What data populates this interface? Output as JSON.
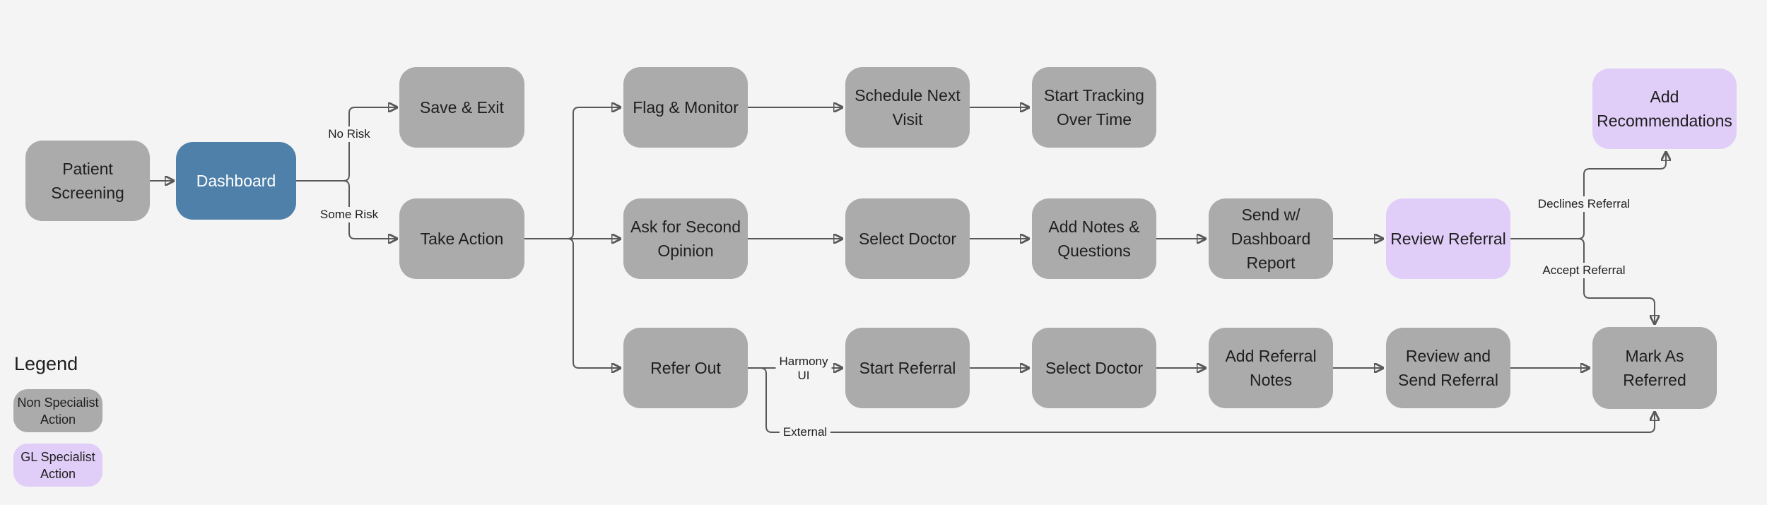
{
  "colors": {
    "background": "#F4F4F4",
    "node_gray": "#ABABAB",
    "node_blue": "#4E80A9",
    "node_purple": "#E0CDF8",
    "connector": "#595959",
    "text": "#1E1E1E"
  },
  "nodes": {
    "patient_screening": {
      "label": "Patient\nScreening",
      "type": "non-specialist"
    },
    "dashboard": {
      "label": "Dashboard",
      "type": "highlight"
    },
    "save_exit": {
      "label": "Save & Exit",
      "type": "non-specialist"
    },
    "take_action": {
      "label": "Take Action",
      "type": "non-specialist"
    },
    "flag_monitor": {
      "label": "Flag & Monitor",
      "type": "non-specialist"
    },
    "schedule_next_visit": {
      "label": "Schedule Next\nVisit",
      "type": "non-specialist"
    },
    "start_tracking": {
      "label": "Start Tracking\nOver Time",
      "type": "non-specialist"
    },
    "add_recommendations": {
      "label": "Add\nRecommendations",
      "type": "gl-specialist"
    },
    "ask_second_opinion": {
      "label": "Ask for Second\nOpinion",
      "type": "non-specialist"
    },
    "select_doctor_opinion": {
      "label": "Select Doctor",
      "type": "non-specialist"
    },
    "add_notes_questions": {
      "label": "Add Notes &\nQuestions",
      "type": "non-specialist"
    },
    "send_dashboard_report": {
      "label": "Send w/\nDashboard\nReport",
      "type": "non-specialist"
    },
    "review_referral": {
      "label": "Review Referral",
      "type": "gl-specialist"
    },
    "refer_out": {
      "label": "Refer Out",
      "type": "non-specialist"
    },
    "start_referral": {
      "label": "Start Referral",
      "type": "non-specialist"
    },
    "select_doctor_referral": {
      "label": "Select Doctor",
      "type": "non-specialist"
    },
    "add_referral_notes": {
      "label": "Add Referral\nNotes",
      "type": "non-specialist"
    },
    "review_send_referral": {
      "label": "Review and\nSend Referral",
      "type": "non-specialist"
    },
    "mark_as_referred": {
      "label": "Mark As\nReferred",
      "type": "non-specialist"
    }
  },
  "edge_labels": {
    "no_risk": "No Risk",
    "some_risk": "Some Risk",
    "harmony_ui": "Harmony\nUI",
    "external": "External",
    "declines_referral": "Declines Referral",
    "accept_referral": "Accept Referral"
  },
  "legend": {
    "title": "Legend",
    "items": [
      {
        "label": "Non Specialist\nAction",
        "color": "#ABABAB"
      },
      {
        "label": "GL Specialist\nAction",
        "color": "#E0CDF8"
      }
    ]
  }
}
